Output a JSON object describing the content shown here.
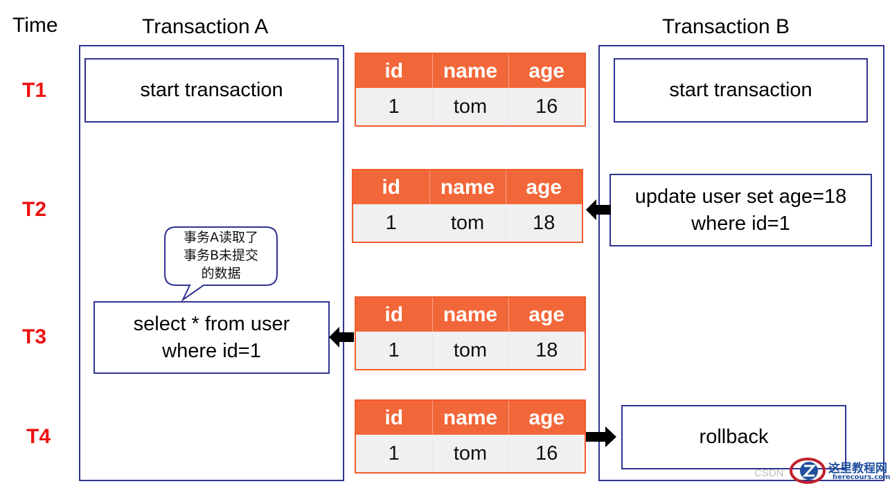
{
  "headers": {
    "time": "Time",
    "transaction_a": "Transaction A",
    "transaction_b": "Transaction B"
  },
  "time_labels": [
    "T1",
    "T2",
    "T3",
    "T4"
  ],
  "transaction_a": {
    "t1": "start transaction",
    "t3_line1": "select * from user",
    "t3_line2": "where id=1"
  },
  "transaction_b": {
    "t1": "start transaction",
    "t2_line1": "update user set age=18",
    "t2_line2": "where id=1",
    "t4": "rollback"
  },
  "note": {
    "line1": "事务A读取了",
    "line2": "事务B未提交",
    "line3": "的数据"
  },
  "table_columns": [
    "id",
    "name",
    "age"
  ],
  "tables": [
    {
      "time": "T1",
      "id": "1",
      "name": "tom",
      "age": "16"
    },
    {
      "time": "T2",
      "id": "1",
      "name": "tom",
      "age": "18"
    },
    {
      "time": "T3",
      "id": "1",
      "name": "tom",
      "age": "18"
    },
    {
      "time": "T4",
      "id": "1",
      "name": "tom",
      "age": "16"
    }
  ],
  "watermark": {
    "csdn": "CSDN",
    "site_name": "这里教程网",
    "site_url": "herecours.com"
  },
  "colors": {
    "lane_border": "#2f3290",
    "table_header": "#f26739",
    "table_border": "#f15a2b",
    "time_label": "#ee1111",
    "cell_background": "#f0f0f0"
  }
}
